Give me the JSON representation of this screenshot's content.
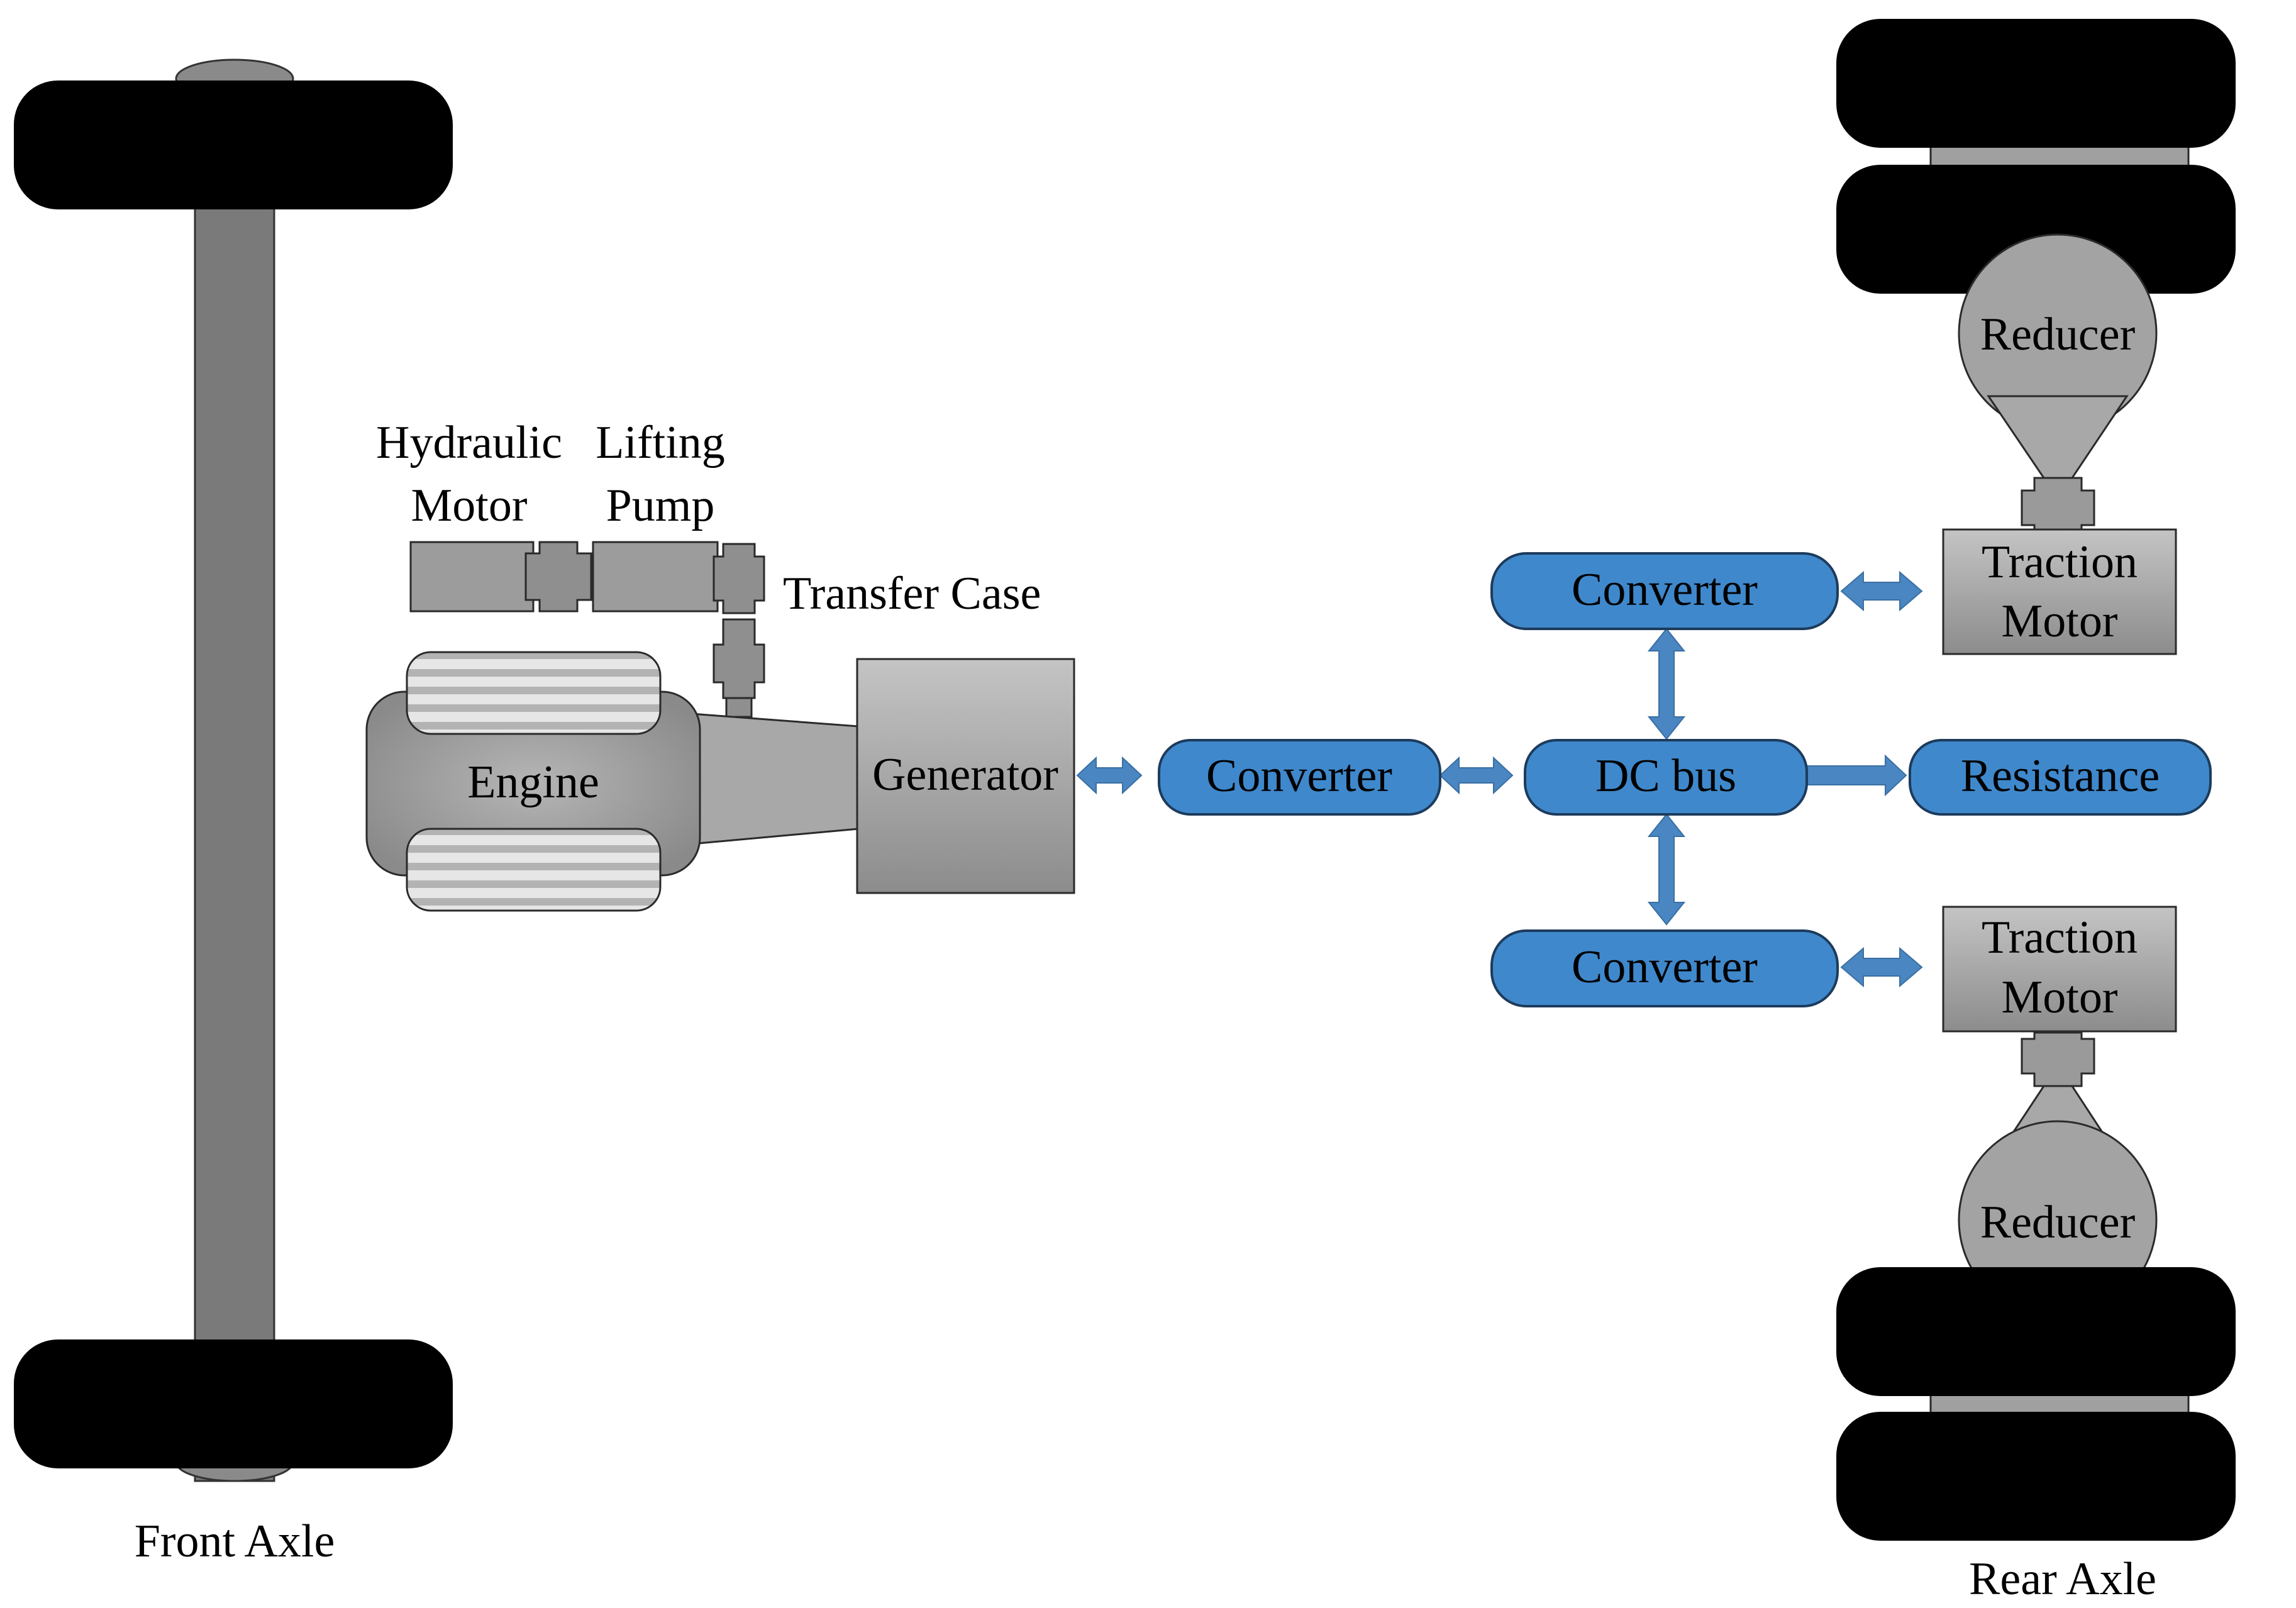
{
  "labels": {
    "hydraulic": "Hydraulic",
    "motor": "Motor",
    "lifting": "Lifting",
    "pump": "Pump",
    "transfer_case": "Transfer Case",
    "engine": "Engine",
    "generator": "Generator",
    "converter_main": "Converter",
    "dc_bus": "DC bus",
    "resistance": "Resistance",
    "converter_top": "Converter",
    "converter_bottom": "Converter",
    "traction_motor_top_line1": "Traction",
    "traction_motor_top_line2": "Motor",
    "traction_motor_bottom_line1": "Traction",
    "traction_motor_bottom_line2": "Motor",
    "reducer_top": "Reducer",
    "reducer_bottom": "Reducer",
    "front_axle": "Front Axle",
    "rear_axle": "Rear Axle"
  },
  "colors": {
    "electrical_block": "#3f88cc",
    "arrow": "#4a86c2",
    "wheel": "#000000",
    "axle": "#7a7a7a",
    "mechanical_block": "#9a9a9a"
  }
}
